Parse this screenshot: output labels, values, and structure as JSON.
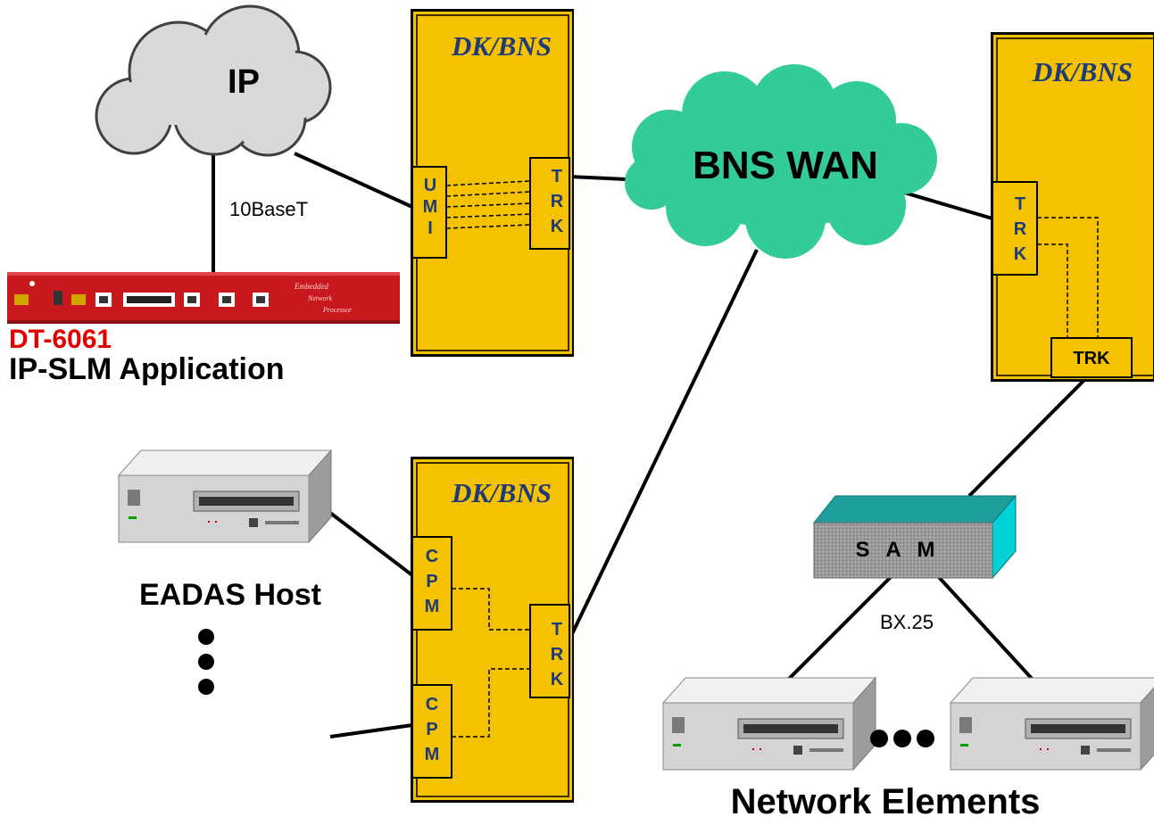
{
  "clouds": {
    "ip": {
      "label": "IP"
    },
    "wan": {
      "label": "BNS WAN"
    }
  },
  "nodes": {
    "node_top": {
      "title": "DK/BNS",
      "ports": [
        "U\nM\nI",
        "T\nR\nK"
      ]
    },
    "node_right": {
      "title": "DK/BNS",
      "ports": [
        "T\nR\nK",
        "TRK"
      ]
    },
    "node_bottom": {
      "title": "DK/BNS",
      "ports": [
        "C\nP\nM",
        "C\nP\nM",
        "T\nR\nK"
      ]
    }
  },
  "labels": {
    "link_10baset": "10BaseT",
    "device_model": "DT-6061",
    "device_app": "IP-SLM Application",
    "eadas_host": "EADAS Host",
    "sam": "S A M",
    "bx25": "BX.25",
    "network_elements": "Network Elements"
  },
  "device_panel": {
    "lines": [
      "Embedded",
      "Network",
      "Processor"
    ]
  },
  "colors": {
    "node_fill": "#f5c200",
    "title_text": "#1e3a78",
    "wan_cloud": "#33cc99",
    "ip_cloud": "#d9d9d9",
    "device_red": "#c8191e",
    "model_text": "#e00000",
    "sam_top": "#1f9e9e",
    "sam_side": "#00d0d8"
  }
}
